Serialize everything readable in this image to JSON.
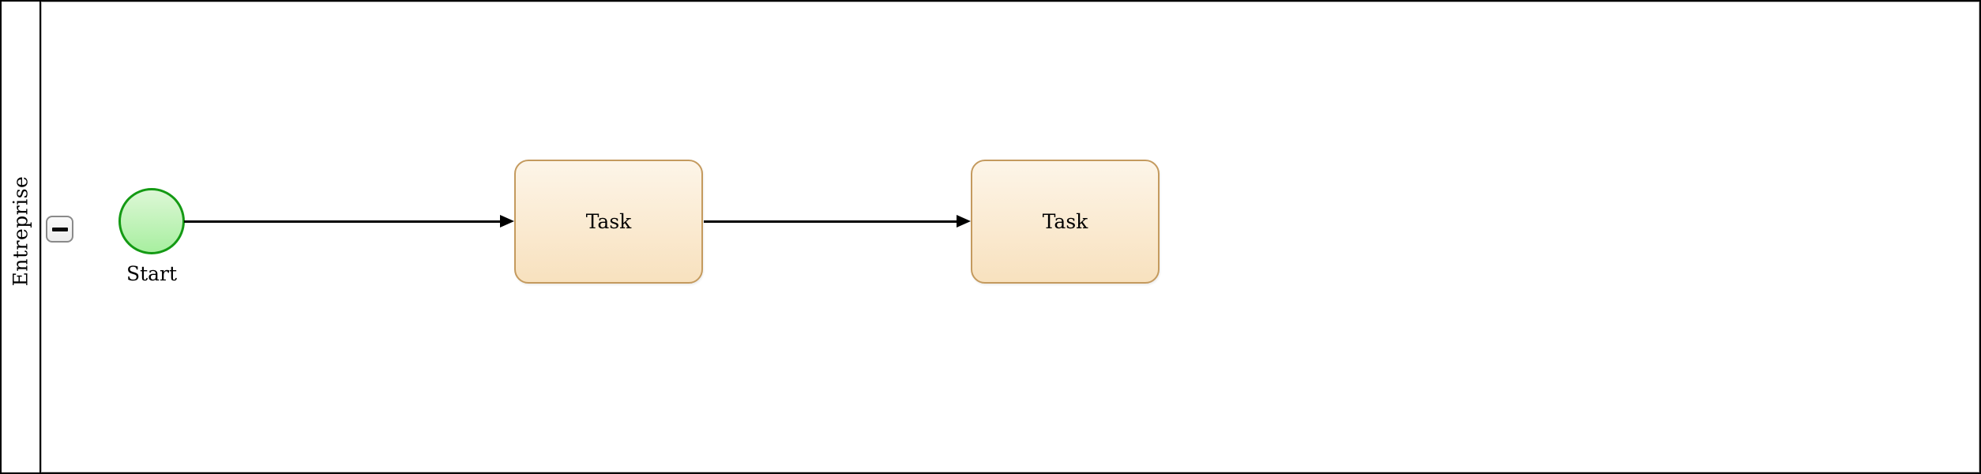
{
  "diagram": {
    "type": "bpmn-process",
    "pool": {
      "lane_label": "Entreprise",
      "collapsed": false,
      "collapse_button_state": "minus"
    },
    "nodes": [
      {
        "id": "start",
        "type": "start-event",
        "label": "Start"
      },
      {
        "id": "task1",
        "type": "task",
        "label": "Task"
      },
      {
        "id": "task2",
        "type": "task",
        "label": "Task"
      }
    ],
    "edges": [
      {
        "from": "start",
        "to": "task1",
        "style": "solid-arrow"
      },
      {
        "from": "task1",
        "to": "task2",
        "style": "solid-arrow"
      }
    ],
    "colors": {
      "pool-border": "#000000",
      "edge-color": "#000000",
      "task-border": "#c49a5e",
      "task-fill-top": "#fdf5e8",
      "task-fill-bottom": "#f8e1be",
      "event-border": "#149a14",
      "event-fill-top": "#ddf7d6",
      "event-fill-bottom": "#a8efa0",
      "button-border": "#8a8a8a",
      "button-fill": "#fafafa"
    }
  }
}
